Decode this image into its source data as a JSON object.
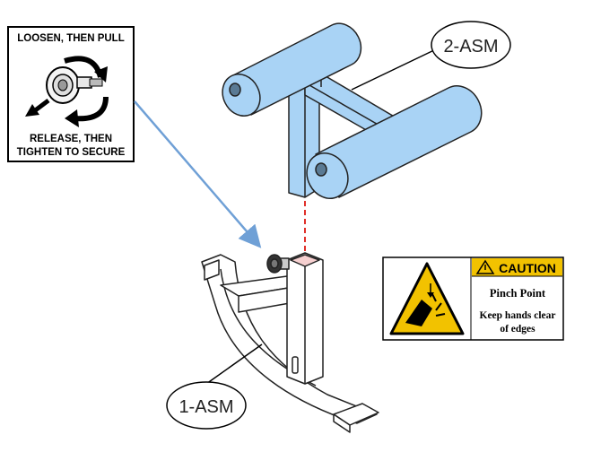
{
  "instruction_box": {
    "top_text": "LOOSEN, THEN PULL",
    "bottom_line1": "RELEASE, THEN",
    "bottom_line2": "TIGHTEN TO SECURE"
  },
  "callouts": {
    "upper_assembly": "2-ASM",
    "lower_assembly": "1-ASM"
  },
  "caution_label": {
    "header": "CAUTION",
    "hazard_title": "Pinch Point",
    "message_line1": "Keep hands clear",
    "message_line2": "of edges",
    "header_color": "#f2c200",
    "icon": "pinch-point-warning-icon"
  },
  "colors": {
    "pad_blue": "#a9d3f5",
    "pointer_arrow": "#6fa0d6",
    "alignment_line": "#e0302a"
  }
}
